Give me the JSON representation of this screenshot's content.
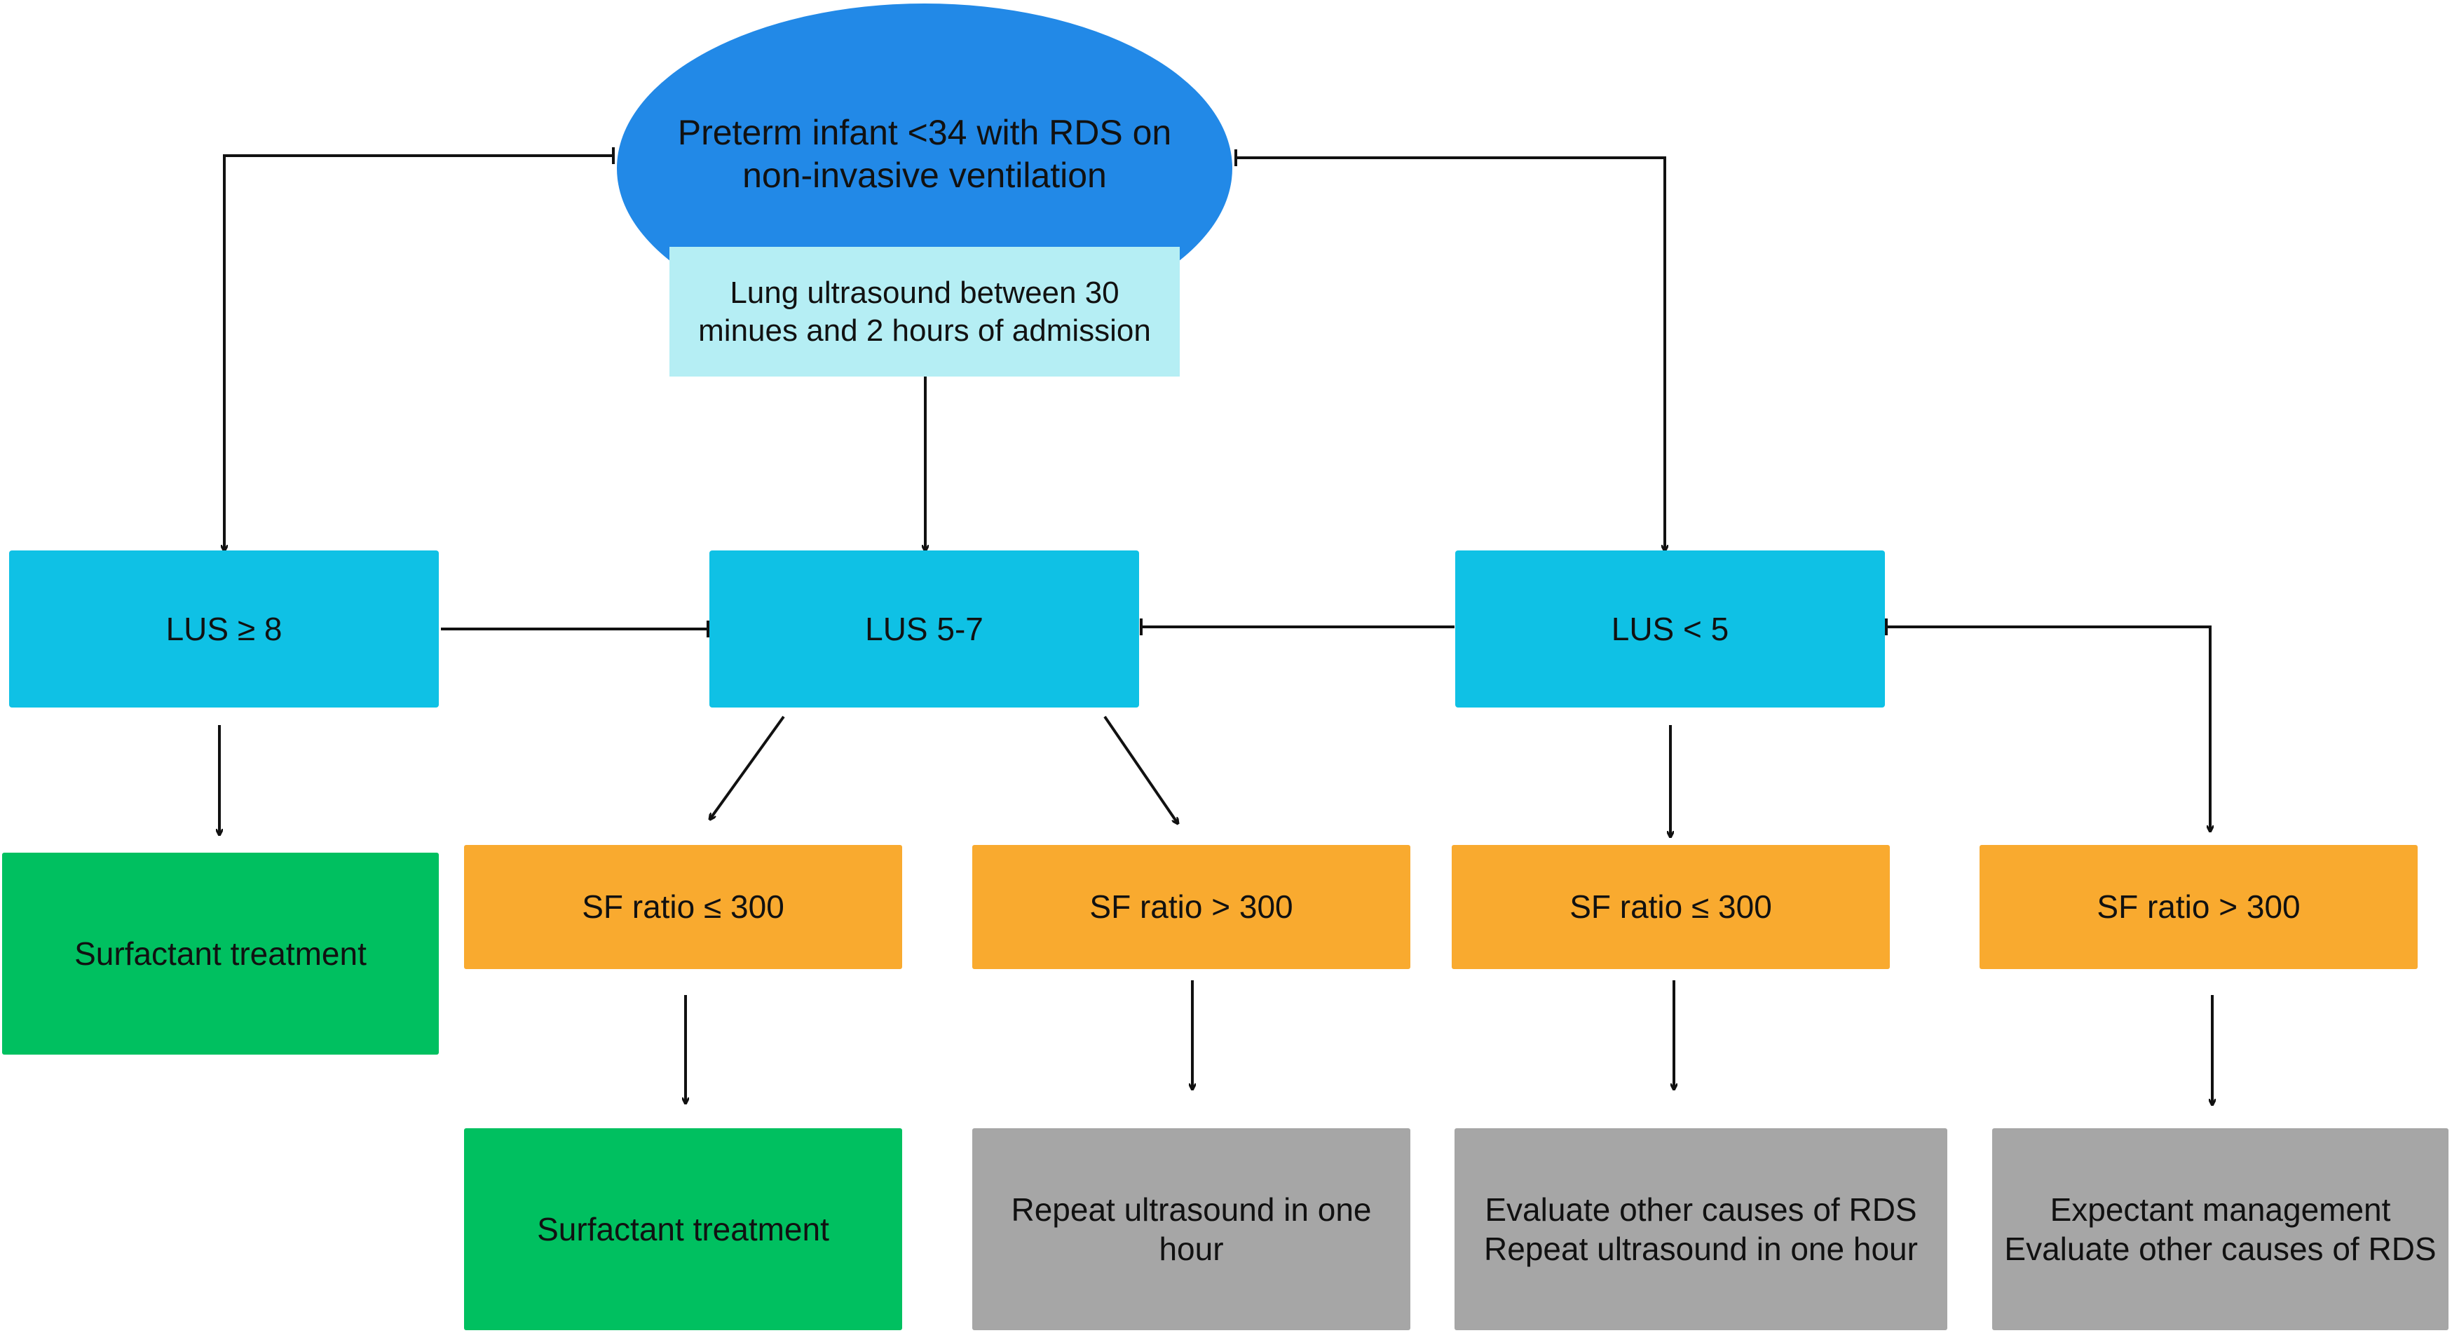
{
  "start": "Preterm infant <34  with RDS on\nnon-invasive ventilation",
  "assessment": "Lung ultrasound between  30\nminues and 2 hours of admission",
  "lus": {
    "high": "LUS  ≥ 8",
    "mid": "LUS 5-7",
    "low": "LUS  < 5"
  },
  "sf": {
    "mid_low": "SF ratio  ≤ 300",
    "mid_high": "SF ratio > 300",
    "low_low": "SF ratio  ≤ 300",
    "low_high": "SF ratio > 300"
  },
  "outcomes": {
    "high": "Surfactant treatment",
    "mid_low": "Surfactant treatment",
    "mid_high": "Repeat ultrasound in one\nhour",
    "low_low": "Evaluate other causes of RDS\nRepeat ultrasound in one hour",
    "low_high": "Expectant management\nEvaluate other causes of RDS"
  },
  "colors": {
    "start": "#2289e7",
    "assessment": "#b5eef4",
    "lus": "#0fc1e5",
    "sf": "#f9aa2f",
    "surfactant": "#00c060",
    "other": "#a6a6a6"
  }
}
